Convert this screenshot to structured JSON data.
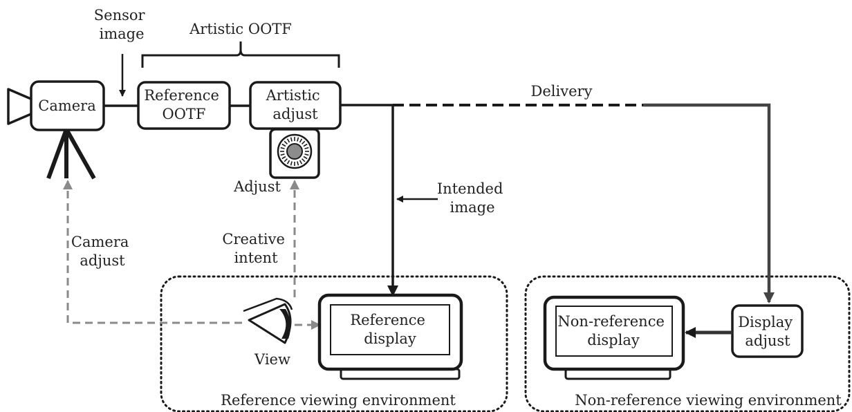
{
  "labels": {
    "sensor_image": [
      "Sensor",
      "image"
    ],
    "artistic_ootf": "Artistic OOTF",
    "camera": "Camera",
    "reference_ootf": [
      "Reference",
      "OOTF"
    ],
    "artistic_adjust": [
      "Artistic",
      "adjust"
    ],
    "delivery": "Delivery",
    "adjust": "Adjust",
    "intended_image": [
      "Intended",
      "image"
    ],
    "camera_adjust": [
      "Camera",
      "adjust"
    ],
    "creative_intent": [
      "Creative",
      "intent"
    ],
    "reference_display": [
      "Reference",
      "display"
    ],
    "view": "View",
    "non_reference_display": [
      "Non-reference",
      "display"
    ],
    "display_adjust": [
      "Display",
      "adjust"
    ],
    "reference_viewing_environment": "Reference viewing environment",
    "non_reference_viewing_environment": "Non-reference viewing environment"
  },
  "colors": {
    "stroke": "#1a1a1a",
    "grey_dashed": "#8a8a8a",
    "knob_fill": "#8c8c8c",
    "delivery_line": "#444444"
  }
}
